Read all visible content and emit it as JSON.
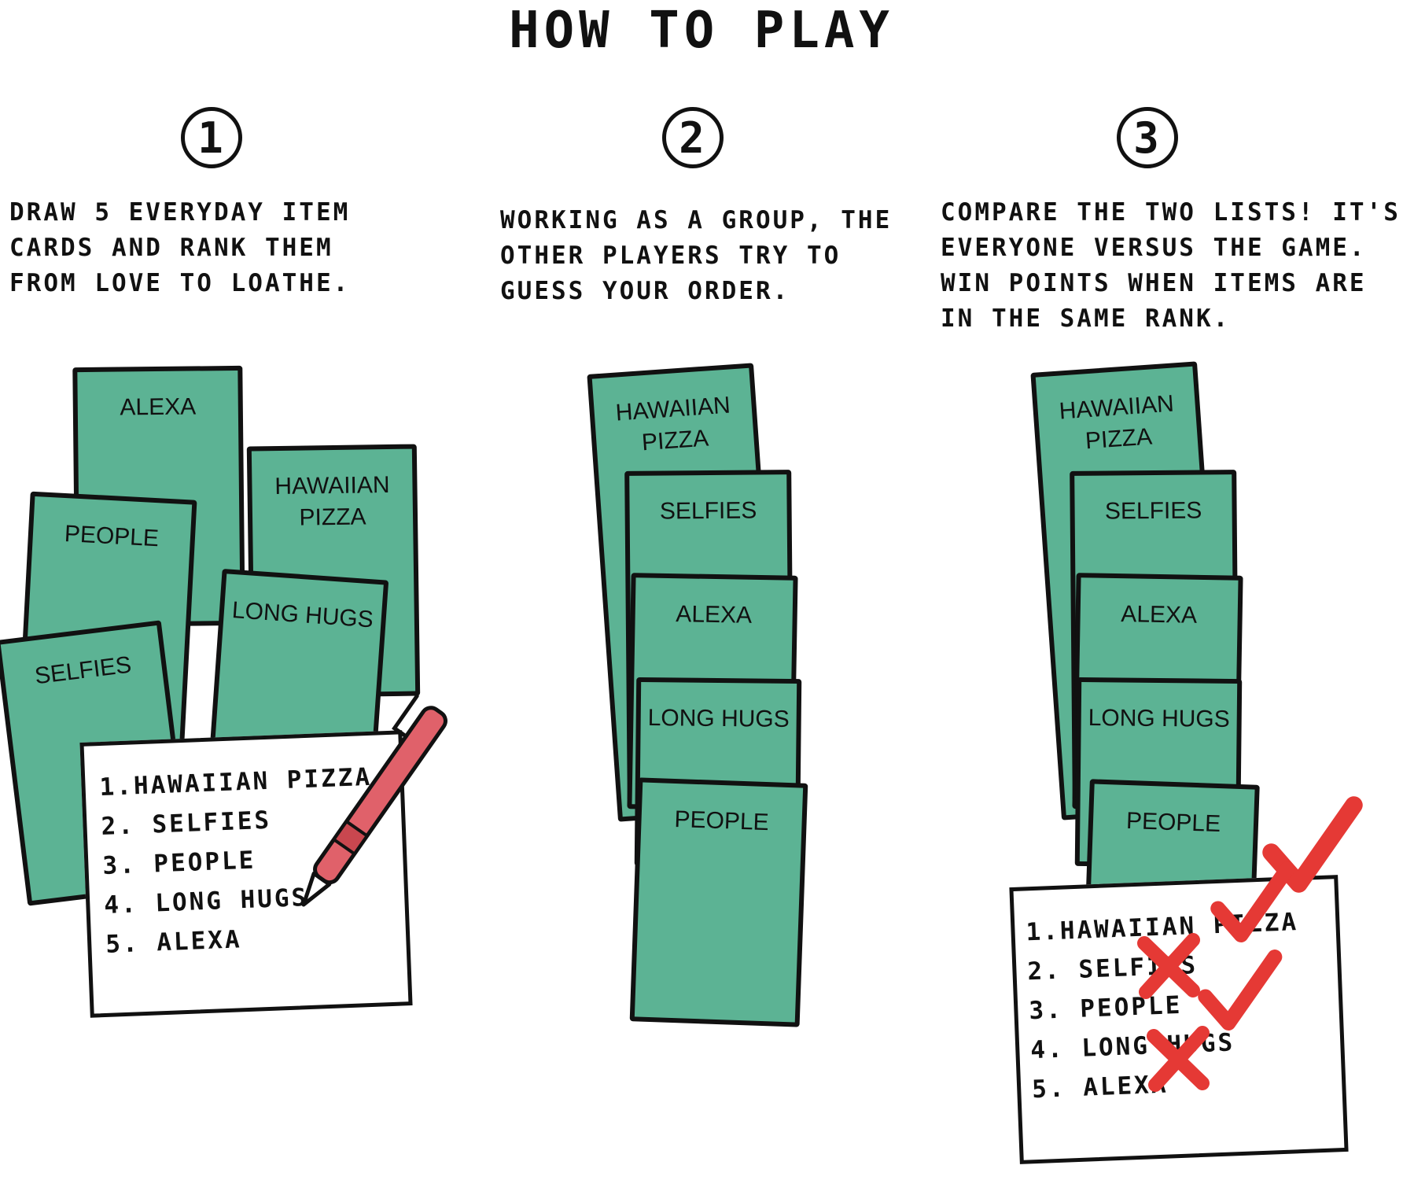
{
  "title": "HOW TO PLAY",
  "steps": [
    {
      "number": "1",
      "lines": [
        "DRAW 5 EVERYDAY ITEM",
        "CARDS AND RANK THEM",
        "FROM LOVE TO LOATHE."
      ],
      "cards": [
        {
          "label": "ALEXA"
        },
        {
          "label": "HAWAIIAN PIZZA"
        },
        {
          "label": "PEOPLE"
        },
        {
          "label": "LONG HUGS"
        },
        {
          "label": "SELFIES"
        }
      ],
      "list": [
        "1.HAWAIIAN PIZZA",
        "2. SELFIES",
        "3. PEOPLE",
        "4. LONG HUGS",
        "5. ALEXA"
      ],
      "icon": "pen-icon"
    },
    {
      "number": "2",
      "lines": [
        "WORKING AS A GROUP, THE",
        "OTHER PLAYERS TRY TO",
        "GUESS YOUR ORDER."
      ],
      "cards": [
        {
          "label": "HAWAIIAN PIZZA"
        },
        {
          "label": "SELFIES"
        },
        {
          "label": "ALEXA"
        },
        {
          "label": "LONG HUGS"
        },
        {
          "label": "PEOPLE"
        }
      ]
    },
    {
      "number": "3",
      "lines": [
        "COMPARE THE TWO LISTS! IT'S",
        "EVERYONE VERSUS THE GAME.",
        "WIN POINTS WHEN ITEMS ARE",
        "IN THE SAME RANK."
      ],
      "cards": [
        {
          "label": "HAWAIIAN PIZZA"
        },
        {
          "label": "SELFIES"
        },
        {
          "label": "ALEXA"
        },
        {
          "label": "LONG HUGS"
        },
        {
          "label": "PEOPLE"
        }
      ],
      "list": [
        "1.HAWAIIAN PIZZA",
        "2. SELFIES",
        "3. PEOPLE",
        "4. LONG HUGS",
        "5. ALEXA"
      ],
      "marks": [
        "check",
        "check",
        "cross",
        "check",
        "cross"
      ]
    }
  ],
  "colors": {
    "card": "#5cb394",
    "ink": "#111111",
    "pen": "#e0616a",
    "mark": "#e53935"
  }
}
